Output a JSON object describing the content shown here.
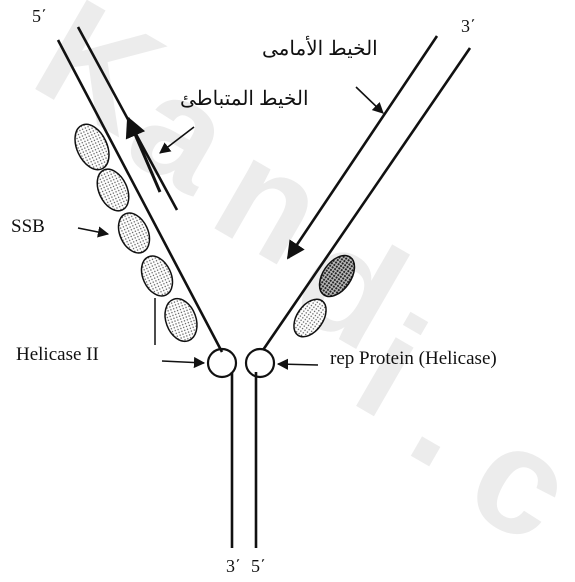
{
  "watermark": {
    "letters": [
      "K",
      "a",
      "n",
      "d",
      "i",
      ".",
      "c"
    ]
  },
  "ends": {
    "top_left": "5΄",
    "top_right": "3΄",
    "bottom_left": "3΄",
    "bottom_right": "5΄"
  },
  "labels": {
    "leading_strand": "الخيط الأمامى",
    "lagging_strand": "الخيط المتباطئ",
    "ssb": "SSB",
    "helicase_ii": "Helicase II",
    "rep_protein": "rep  Protein (Helicase)"
  },
  "colors": {
    "ink": "#111111",
    "watermark": "#ececec",
    "background": "#ffffff"
  }
}
